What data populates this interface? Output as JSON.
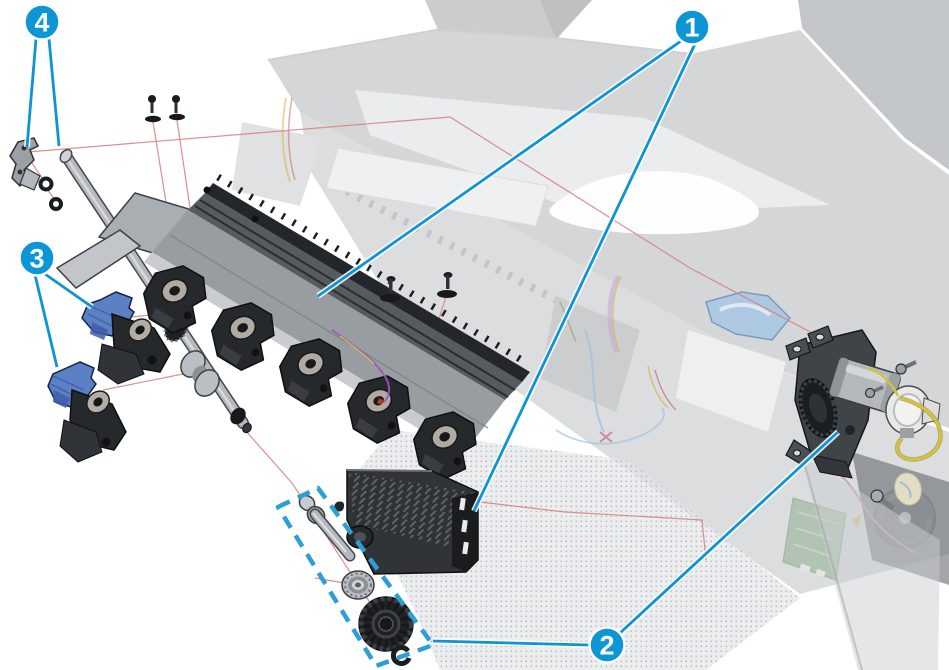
{
  "diagram": {
    "figure_type": "exploded-parts-diagram",
    "callouts": [
      {
        "label": "1"
      },
      {
        "label": "2"
      },
      {
        "label": "3"
      },
      {
        "label": "4"
      }
    ],
    "colors": {
      "callout_blue": "#0c96d6",
      "dashed_box_blue": "#2b9fd6",
      "alignment_red": "#d97b7b",
      "highlight_part_blue": "#5c80c4",
      "wire_yellow": "#d2c23e",
      "wire_purple": "#c9a8d8",
      "pcb_green": "#8fb08f",
      "chassis_gray": "#9aa0a6"
    }
  }
}
